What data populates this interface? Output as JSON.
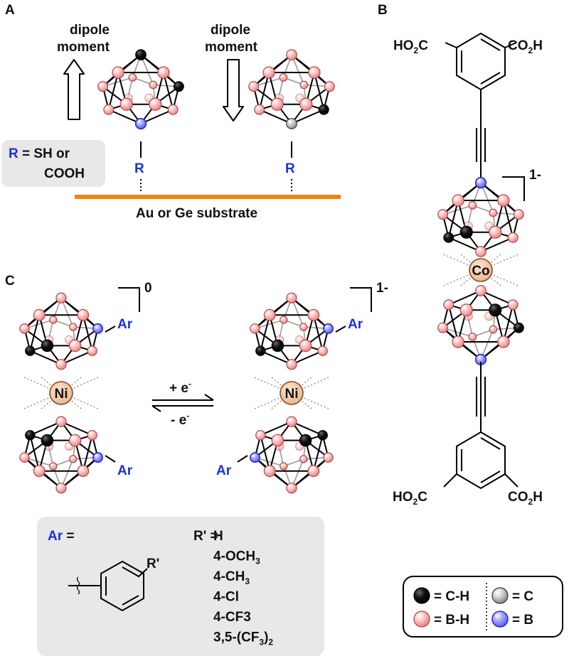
{
  "panels": {
    "A": {
      "letter": "A",
      "dipole_left": [
        "dipole",
        "moment"
      ],
      "dipole_right": [
        "dipole",
        "moment"
      ],
      "R_def": {
        "r": "R",
        "eq": " = SH or",
        "line2": "COOH"
      },
      "sub_R_left": "R",
      "sub_R_right": "R",
      "substrate": "Au or Ge substrate"
    },
    "B": {
      "letter": "B",
      "top_left": {
        "main": "HO",
        "sub": "2",
        "tail": "C"
      },
      "top_right": {
        "main": "CO",
        "sub": "2",
        "tail": "H"
      },
      "bot_left": {
        "main": "HO",
        "sub": "2",
        "tail": "C"
      },
      "bot_right": {
        "main": "CO",
        "sub": "2",
        "tail": "H"
      },
      "charge": "1-",
      "metal": "Co"
    },
    "C": {
      "letter": "C",
      "left_charge": "0",
      "right_charge": "1-",
      "metal": "Ni",
      "ar": "Ar",
      "plus_e": {
        "main": "+ e",
        "sup": "-"
      },
      "minus_e": {
        "main": "- e",
        "sup": "-"
      },
      "box": {
        "ar_label": "Ar",
        "eq": " =",
        "rprime_eq": "R' =",
        "rprime": "R'",
        "subs": [
          {
            "main": "H",
            "sub": ""
          },
          {
            "main": "4-OCH",
            "sub": "3"
          },
          {
            "main": "4-CH",
            "sub": "3"
          },
          {
            "main": "4-Cl",
            "sub": ""
          },
          {
            "main": "4-CF3",
            "sub": ""
          },
          {
            "main": "3,5-(CF",
            "sub": "3",
            "tail": ")",
            "sub2": "2"
          }
        ]
      }
    }
  },
  "legend": {
    "ch": "= C-H",
    "bh": "= B-H",
    "c": "= C",
    "b": "= B"
  },
  "colors": {
    "boron_h": "#f08c8c",
    "carbon_h": "#000000",
    "boron": "#5555ff",
    "substrate": "#f5820f",
    "box_fill": "#e8e8e8",
    "label_blue": "#1a33d9",
    "metal": "#f2c9a5"
  }
}
